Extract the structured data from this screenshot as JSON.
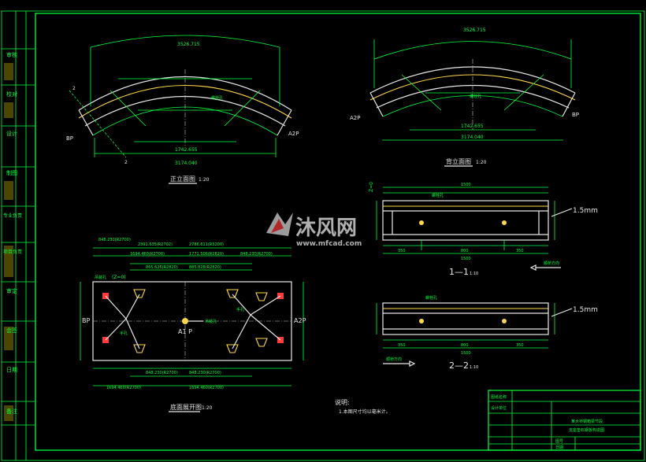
{
  "views": {
    "front_title": "正立面图",
    "front_scale": "1:20",
    "back_title": "背立面图",
    "back_scale": "1:20",
    "bottom_title": "底面展开图",
    "bottom_scale": "1:20",
    "section1_title": "1—1",
    "section1_scale": "1:10",
    "section2_title": "2—2",
    "section2_scale": "1:10"
  },
  "labels": {
    "bp": "BP",
    "a2p": "A2P",
    "a1p": "A1 P",
    "z0": "(Z=0)",
    "z0_vert": "Z=0",
    "thickness": "1.5mm",
    "flow_dir": "顺桥方向",
    "bolt": "螺栓孔",
    "bolt2": "吊装孔",
    "handle": "手孔",
    "cut_mark": "2"
  },
  "dimensions": {
    "front_top": "3526.715",
    "front_bottom": "3174.040",
    "front_chord": "1742.655",
    "back_top": "3526.715",
    "back_bottom": "3174.040",
    "back_chord": "1742.655",
    "sec_len": "1500",
    "sec_mid": "800",
    "sec_side": "350",
    "bottom_total1": "2391.635(R2702)",
    "bottom_total2": "2786.611(R3200)",
    "bottom_d1": "848.230(R2700)",
    "bottom_d2": "1694.460(R2700)",
    "bottom_d3": "1771.506(R2820)",
    "bottom_d4": "865.626(R2820)",
    "bottom_d5": "885.828(R2820)"
  },
  "notes": {
    "heading": "说明:",
    "line1": "1.本图尺寸均以毫米计。"
  },
  "title_block": {
    "row1": "图纸名称",
    "row2": "设计单位",
    "project": "某大桥钢箱梁节段",
    "drawing": "支座垫石钢板构造图",
    "sheet": "图号",
    "date": "日期"
  },
  "sidebar": {
    "labels": [
      "审核",
      "校对",
      "设计",
      "制图",
      "专业负责",
      "项目负责",
      "审定",
      "会签",
      "日期",
      "备注"
    ]
  },
  "watermark": {
    "cn": "沐风网",
    "url": "www.mfcad.com"
  }
}
